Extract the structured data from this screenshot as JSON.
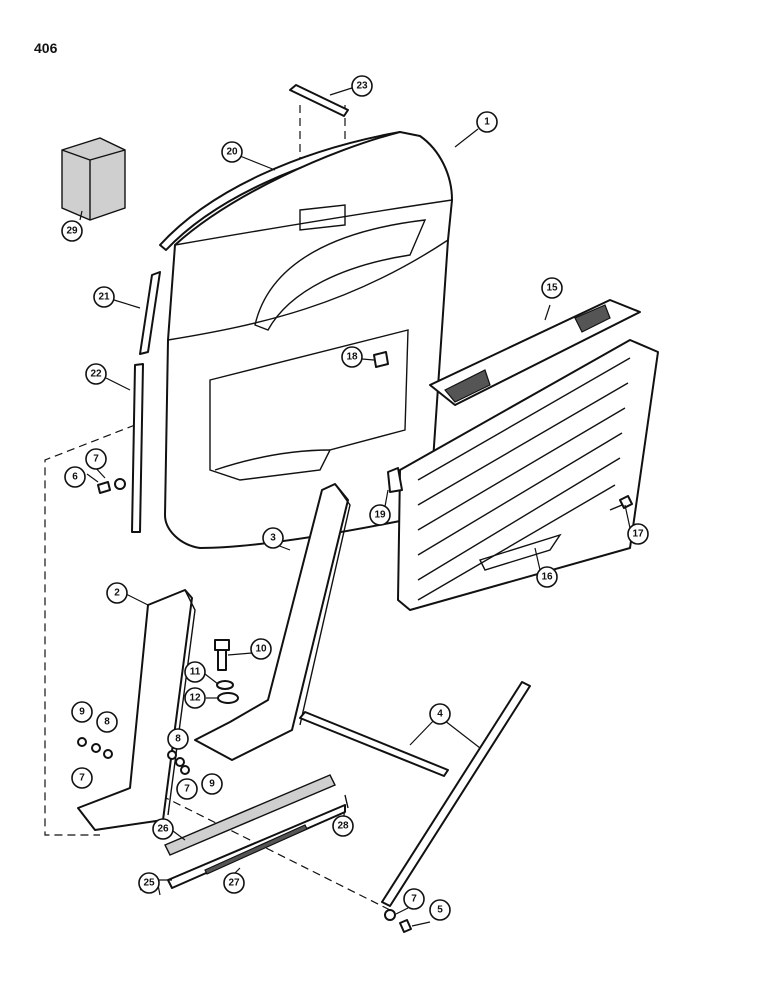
{
  "page_number": "406",
  "callouts": {
    "c1": "1",
    "c2": "2",
    "c3": "3",
    "c4": "4",
    "c5": "5",
    "c6": "6",
    "c7a": "7",
    "c7b": "7",
    "c7c": "7",
    "c7d": "7",
    "c8a": "8",
    "c8b": "8",
    "c9a": "9",
    "c9b": "9",
    "c10": "10",
    "c11": "11",
    "c12": "12",
    "c15": "15",
    "c16": "16",
    "c17": "17",
    "c18": "18",
    "c19": "19",
    "c20": "20",
    "c21": "21",
    "c22": "22",
    "c23": "23",
    "c25": "25",
    "c26": "26",
    "c27": "27",
    "c28": "28",
    "c29": "29"
  }
}
